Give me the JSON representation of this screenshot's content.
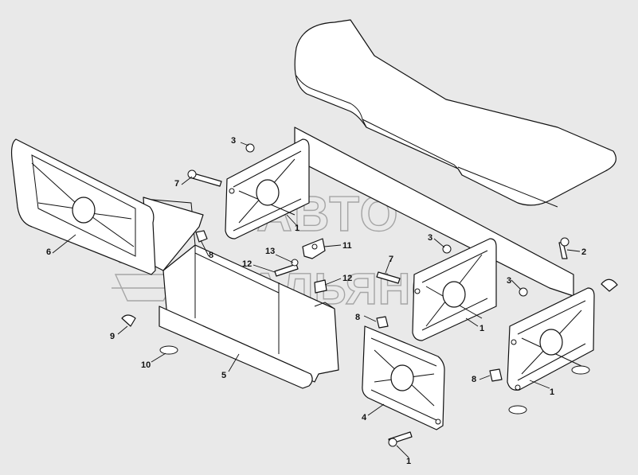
{
  "watermark": {
    "line1": "АВТО",
    "line2": "АЛЬЯНС"
  },
  "callouts": [
    {
      "id": "c1",
      "text": "1"
    },
    {
      "id": "c2",
      "text": "1"
    },
    {
      "id": "c3",
      "text": "1"
    },
    {
      "id": "c4",
      "text": "1"
    },
    {
      "id": "c5",
      "text": "1"
    },
    {
      "id": "c6",
      "text": "2"
    },
    {
      "id": "c7",
      "text": "3"
    },
    {
      "id": "c8",
      "text": "3"
    },
    {
      "id": "c9",
      "text": "3"
    },
    {
      "id": "c10",
      "text": "4"
    },
    {
      "id": "c11",
      "text": "5"
    },
    {
      "id": "c12",
      "text": "6"
    },
    {
      "id": "c13",
      "text": "7"
    },
    {
      "id": "c14",
      "text": "7"
    },
    {
      "id": "c15",
      "text": "8"
    },
    {
      "id": "c16",
      "text": "8"
    },
    {
      "id": "c17",
      "text": "8"
    },
    {
      "id": "c18",
      "text": "9"
    },
    {
      "id": "c19",
      "text": "10"
    },
    {
      "id": "c20",
      "text": "11"
    },
    {
      "id": "c21",
      "text": "12"
    },
    {
      "id": "c22",
      "text": "12"
    },
    {
      "id": "c23",
      "text": "13"
    }
  ],
  "icons": {
    "grommet": "grommet-icon",
    "bolt": "bolt-icon",
    "nut": "nut-icon"
  }
}
